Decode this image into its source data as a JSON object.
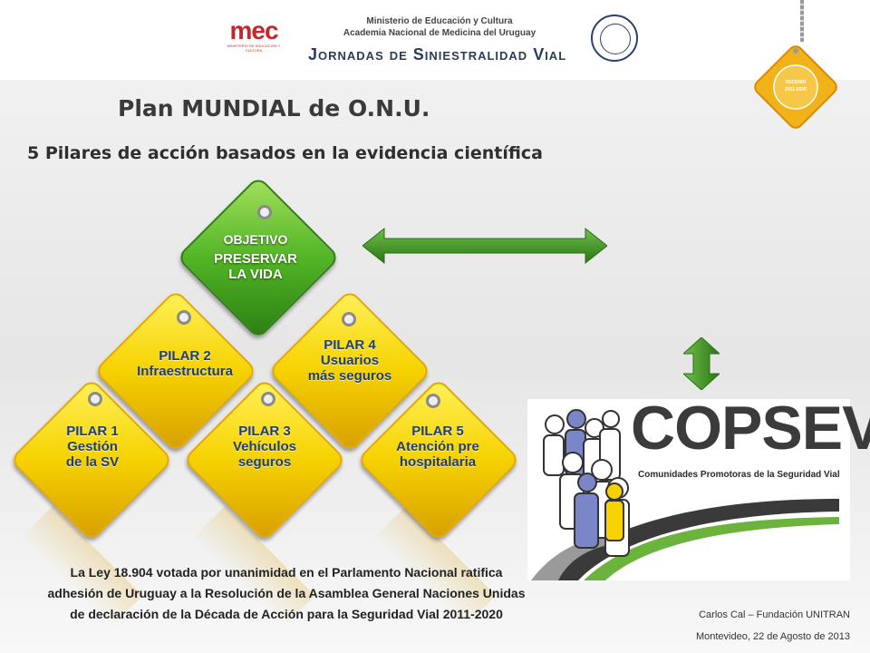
{
  "header": {
    "mec_logo": "mec",
    "mec_logo_small": "MINISTERIO DE EDUCACIÓN Y CULTURA",
    "ministry_line1": "Ministerio de Educación y Cultura",
    "ministry_line2": "Academia Nacional de Medicina del Uruguay",
    "event_title": "Jornadas de Siniestralidad Vial",
    "seal_icon": "academia-seal-icon",
    "medal_text": "DECENIO DE ACCIÓN PARA LA SEGURIDAD VIAL 2011-2020"
  },
  "title": "Plan MUNDIAL de O.N.U.",
  "subtitle": "5 Pilares de acción basados en la evidencia científica",
  "objective": {
    "line1": "OBJETIVO",
    "line2": "PRESERVAR",
    "line3": "LA VIDA",
    "color": "#4caf24"
  },
  "pillars": [
    {
      "line1": "PILAR 1",
      "line2": "Gestión",
      "line3": "de la SV"
    },
    {
      "line1": "PILAR 2",
      "line2": "Infraestructura",
      "line3": ""
    },
    {
      "line1": "PILAR 3",
      "line2": "Vehículos",
      "line3": "seguros"
    },
    {
      "line1": "PILAR 4",
      "line2": "Usuarios",
      "line3": "más seguros"
    },
    {
      "line1": "PILAR 5",
      "line2": "Atención pre",
      "line3": "hospitalaria"
    }
  ],
  "colors": {
    "pillar_yellow": "#f6d200",
    "arrow_green": "#3f8f28",
    "label_blue": "#1f3f73"
  },
  "copsev": {
    "title": "COPSEV",
    "tagline": "Comunidades Promotoras de la Seguridad Vial"
  },
  "law_text": {
    "line1": "La Ley 18.904  votada por unanimidad  en el Parlamento Nacional ratifica",
    "line2": "adhesión de Uruguay a la Resolución de la Asamblea General Naciones Unidas",
    "line3": "de declaración de la Década de Acción  para la Seguridad Vial  2011-2020"
  },
  "credit": {
    "line1": "Carlos Cal – Fundación UNITRAN",
    "line2": "Montevideo, 22 de Agosto de 2013"
  }
}
